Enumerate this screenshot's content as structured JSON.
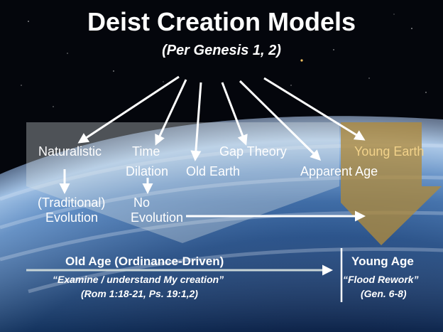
{
  "title": "Deist Creation Models",
  "subtitle": "(Per Genesis 1, 2)",
  "models": {
    "naturalistic": "Naturalistic",
    "time": "Time",
    "dilation": "Dilation",
    "old_earth": "Old Earth",
    "gap_theory": "Gap Theory",
    "apparent_age": "Apparent Age",
    "young_earth": "Young Earth"
  },
  "outcomes": {
    "traditional": "(Traditional)",
    "evolution_1": "Evolution",
    "no": "No",
    "evolution_2": "Evolution"
  },
  "old_age": {
    "heading": "Old Age (Ordinance-Driven)",
    "quote": "“Examine / understand My creation”",
    "refs": "(Rom 1:18-21, Ps. 19:1,2)"
  },
  "young_age": {
    "heading": "Young Age",
    "quote": "“Flood Rework”",
    "refs": "(Gen. 6-8)"
  },
  "colors": {
    "space": "#04060c",
    "earth_blue": "#2f5fa0",
    "old_age_arrow": "#c7d4d6",
    "young_age_arrow": "#b08a3c",
    "young_earth_text": "#f2d28a"
  }
}
